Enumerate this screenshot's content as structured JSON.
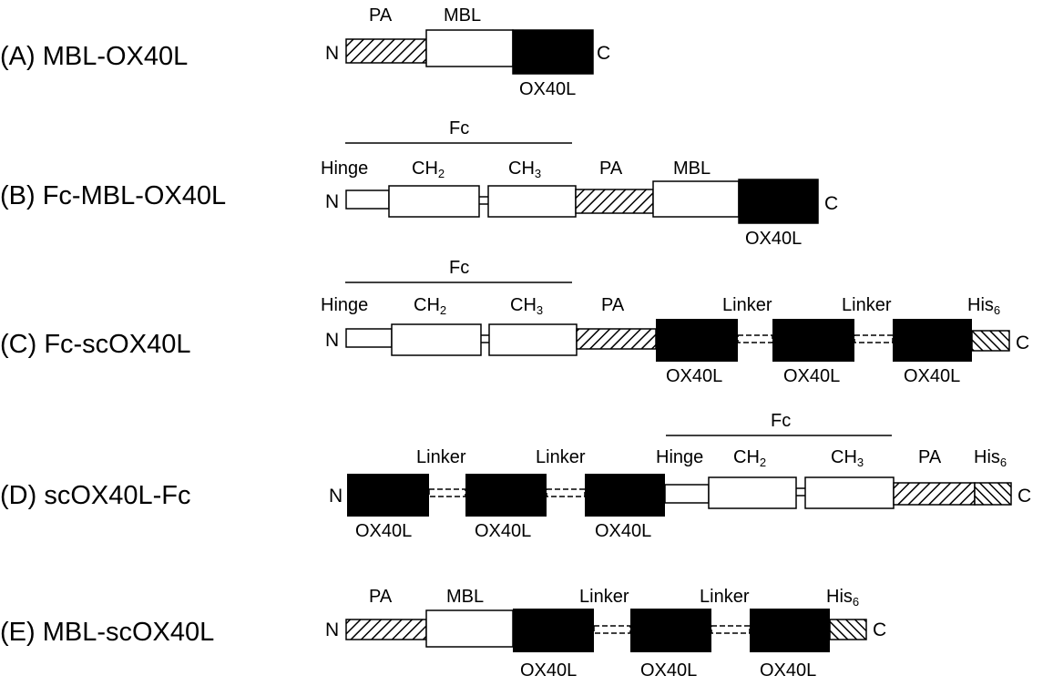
{
  "constructs": [
    {
      "id": "A",
      "title": "(A) MBL-OX40L",
      "labels": {
        "n": "N",
        "c": "C",
        "pa": "PA",
        "mbl": "MBL",
        "ox": "OX40L"
      }
    },
    {
      "id": "B",
      "title": "(B) Fc-MBL-OX40L",
      "labels": {
        "n": "N",
        "c": "C",
        "fc": "Fc",
        "hinge": "Hinge",
        "ch2": "CH",
        "ch2sub": "2",
        "ch3": "CH",
        "ch3sub": "3",
        "pa": "PA",
        "mbl": "MBL",
        "ox": "OX40L"
      }
    },
    {
      "id": "C",
      "title": "(C) Fc-scOX40L",
      "labels": {
        "n": "N",
        "c": "C",
        "fc": "Fc",
        "hinge": "Hinge",
        "ch2": "CH",
        "ch2sub": "2",
        "ch3": "CH",
        "ch3sub": "3",
        "pa": "PA",
        "linker1": "Linker",
        "linker2": "Linker",
        "his": "His",
        "hissub": "6",
        "ox1": "OX40L",
        "ox2": "OX40L",
        "ox3": "OX40L"
      }
    },
    {
      "id": "D",
      "title": "(D) scOX40L-Fc",
      "labels": {
        "n": "N",
        "c": "C",
        "fc": "Fc",
        "hinge": "Hinge",
        "ch2": "CH",
        "ch2sub": "2",
        "ch3": "CH",
        "ch3sub": "3",
        "pa": "PA",
        "linker1": "Linker",
        "linker2": "Linker",
        "his": "His",
        "hissub": "6",
        "ox1": "OX40L",
        "ox2": "OX40L",
        "ox3": "OX40L"
      }
    },
    {
      "id": "E",
      "title": "(E) MBL-scOX40L",
      "labels": {
        "n": "N",
        "c": "C",
        "pa": "PA",
        "mbl": "MBL",
        "linker1": "Linker",
        "linker2": "Linker",
        "his": "His",
        "hissub": "6",
        "ox1": "OX40L",
        "ox2": "OX40L",
        "ox3": "OX40L"
      }
    }
  ],
  "colors": {
    "domain_fill": "#000000",
    "outline": "#000000",
    "background": "#ffffff"
  }
}
